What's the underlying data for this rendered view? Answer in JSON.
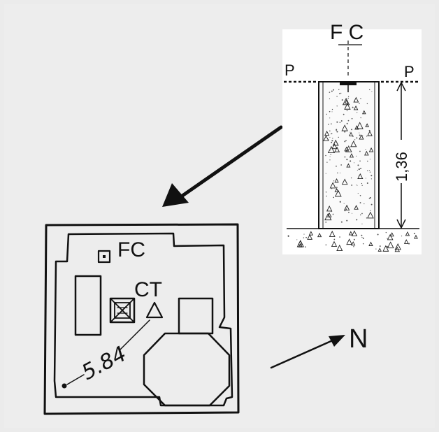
{
  "plan": {
    "label_fc": "FC",
    "label_ct": "CT",
    "elevation": "5.84"
  },
  "section": {
    "label_fc": "F C",
    "label_p_left": "P",
    "label_p_right": "P",
    "depth": "1,36"
  },
  "north_label": "N",
  "colors": {
    "ink": "#111111",
    "paper": "#ebebeb",
    "inset": "#ffffff"
  }
}
